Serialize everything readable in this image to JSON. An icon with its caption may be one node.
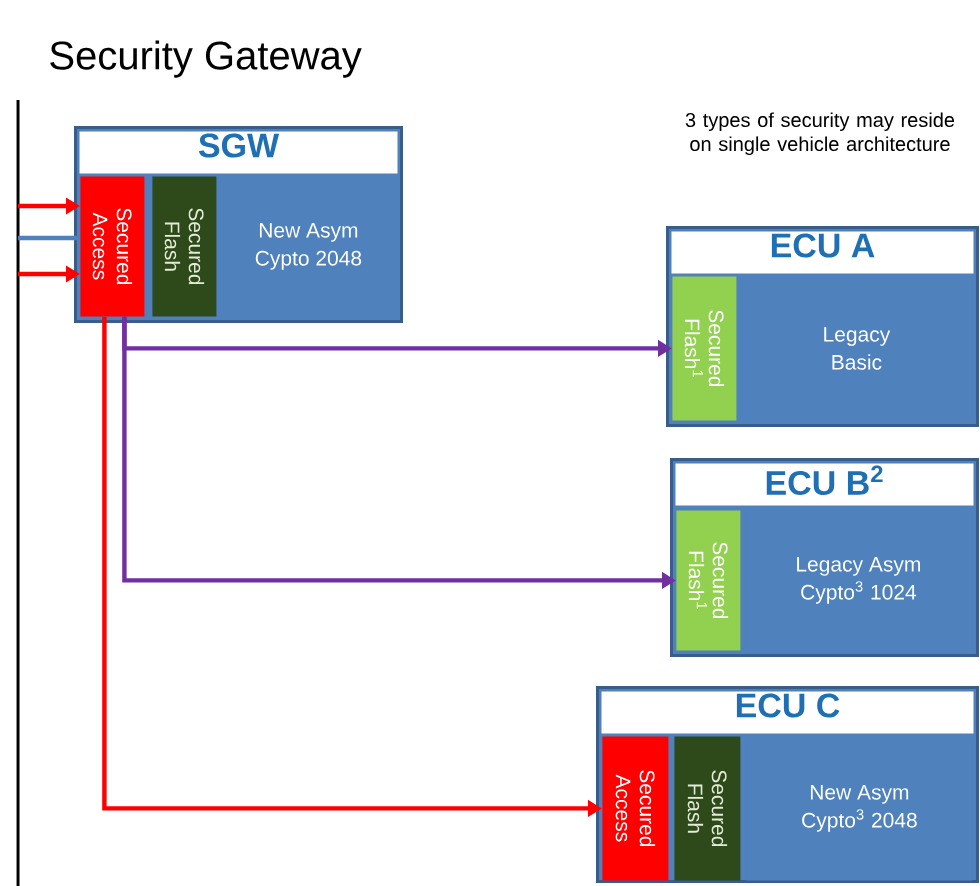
{
  "diagram": {
    "title": "Security Gateway",
    "nodes": [
      {
        "text": [
          "SGW"
        ]
      },
      {
        "text": [
          "Secured Access"
        ],
        "in": 0
      },
      {
        "text": [
          "Secured Flash"
        ],
        "in": 0
      },
      {
        "text": [
          "New Asym Cypto 2048"
        ],
        "in": 0
      },
      {
        "text": [
          "ECU A"
        ]
      },
      {
        "text": [
          "Secured Flash$^{1}$"
        ],
        "in": 4
      },
      {
        "text": [
          "Legacy Basic"
        ],
        "in": 4
      },
      {
        "text": [
          "ECU B$^{2}$"
        ]
      },
      {
        "text": [
          "Secured Flash$^{1}$"
        ],
        "in": 7
      },
      {
        "text": [
          "Legacy Asym Cypto$^{3}$ 1024"
        ],
        "in": 7
      },
      {
        "text": [
          "ECU C"
        ]
      },
      {
        "text": [
          "Secured Access"
        ],
        "in": 10
      },
      {
        "text": [
          "Secured Flash"
        ],
        "in": 10
      },
      {
        "text": [
          "New Asym Cypto$^{3}$ 2048"
        ],
        "in": 10
      }
    ],
    "edges": [
      {
        "from": null,
        "to": 1,
        "arrow": "to"
      },
      {
        "from": null,
        "to": 1,
        "arrow": "none",
        "color": "#4f81bd"
      },
      {
        "from": null,
        "to": 1,
        "arrow": "to"
      },
      {
        "from": 1,
        "to": 5,
        "arrow": "to",
        "color": "#7030a0"
      },
      {
        "from": 1,
        "to": 8,
        "arrow": "to",
        "color": "#7030a0"
      },
      {
        "from": 1,
        "to": 11,
        "arrow": "to"
      }
    ],
    "labels": [
      "3 types of security may reside on single vehicle architecture"
    ]
  }
}
